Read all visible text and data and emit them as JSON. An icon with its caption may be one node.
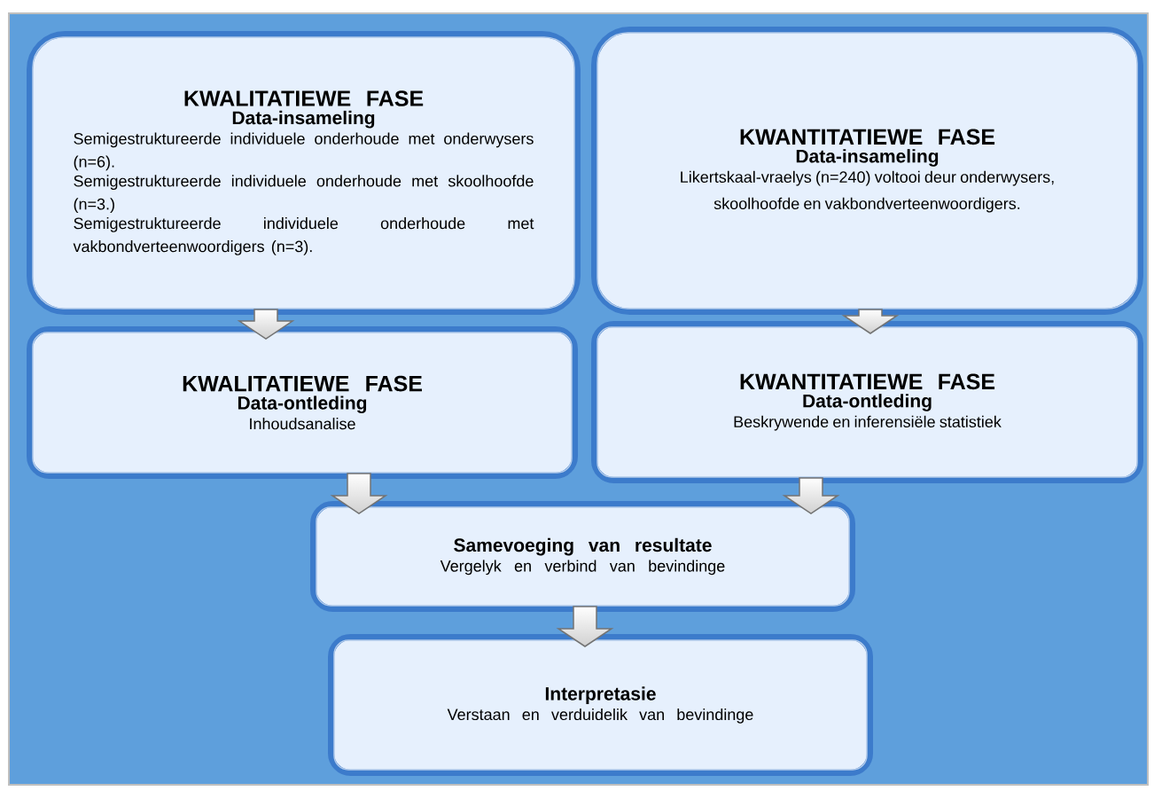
{
  "diagram": {
    "nodes": [
      {
        "text": [
          "KWALITATIEWE FASE",
          "Data-insameling",
          "Semigestruktureerde individuele onderhoude met onderwysers (n=6).",
          "Semigestruktureerde individuele onderhoude met skoolhoofde (n=3.)",
          "Semigestruktureerde individuele onderhoude met vakbondverteenwoordigers (n=3)."
        ]
      },
      {
        "text": [
          "KWANTITATIEWE FASE",
          "Data-insameling",
          "Likertskaal-vraelys (n=240) voltooi deur onderwysers, skoolhoofde en vakbondverteenwoordigers."
        ]
      },
      {
        "text": [
          "KWALITATIEWE FASE",
          "Data-ontleding",
          "Inhoudsanalise"
        ]
      },
      {
        "text": [
          "KWANTITATIEWE FASE",
          "Data-ontleding",
          "Beskrywende en inferensiële statistiek"
        ]
      },
      {
        "text": [
          "Samevoeging van resultate",
          "Vergelyk en verbind van bevindinge"
        ]
      },
      {
        "text": [
          "Interpretasie",
          "Verstaan en verduidelik van bevindinge"
        ]
      }
    ],
    "edges": [
      {
        "from": 0,
        "to": 2,
        "arrow": "to"
      },
      {
        "from": 1,
        "to": 3,
        "arrow": "to"
      },
      {
        "from": 2,
        "to": 4,
        "arrow": "to"
      },
      {
        "from": 3,
        "to": 4,
        "arrow": "to"
      },
      {
        "from": 4,
        "to": 5,
        "arrow": "to"
      }
    ]
  }
}
